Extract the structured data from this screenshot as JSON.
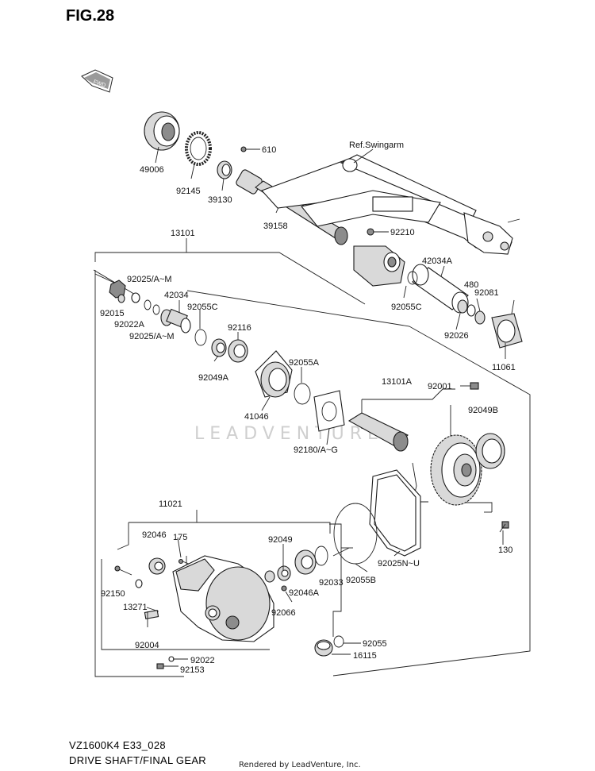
{
  "figure": {
    "title": "FIG.28",
    "fwd_label": "FWD"
  },
  "watermark": "LEADVENTURE",
  "footer": {
    "model": "VZ1600K4 E33_028",
    "caption": "DRIVE SHAFT/FINAL GEAR",
    "credit": "Rendered by LeadVenture, Inc."
  },
  "labels": {
    "p49006": "49006",
    "p92145": "92145",
    "p39130": "39130",
    "p610": "610",
    "refSwingarm": "Ref.Swingarm",
    "p39158": "39158",
    "p92210": "92210",
    "p13101": "13101",
    "p42034A": "42034A",
    "p92025AM_1": "92025/A~M",
    "p42034": "42034",
    "p92055C_1": "92055C",
    "p92015": "92015",
    "p92022A": "92022A",
    "p92025AM_2": "92025/A~M",
    "p480": "480",
    "p92081": "92081",
    "p92055C_2": "92055C",
    "p92026": "92026",
    "p11061": "11061",
    "p92116": "92116",
    "p92049A": "92049A",
    "p92055A": "92055A",
    "p41046": "41046",
    "p13101A": "13101A",
    "p92001": "92001",
    "p92049B": "92049B",
    "p92180AG": "92180/A~G",
    "p11021": "11021",
    "p92046": "92046",
    "p175": "175",
    "p92049": "92049",
    "p92150": "92150",
    "p92046A": "92046A",
    "p92033": "92033",
    "p92055B": "92055B",
    "p92025NU": "92025N~U",
    "p130": "130",
    "p13271": "13271",
    "p92066": "92066",
    "p92004": "92004",
    "p92055": "92055",
    "p16115": "16115",
    "p92022": "92022",
    "p92153": "92153"
  }
}
